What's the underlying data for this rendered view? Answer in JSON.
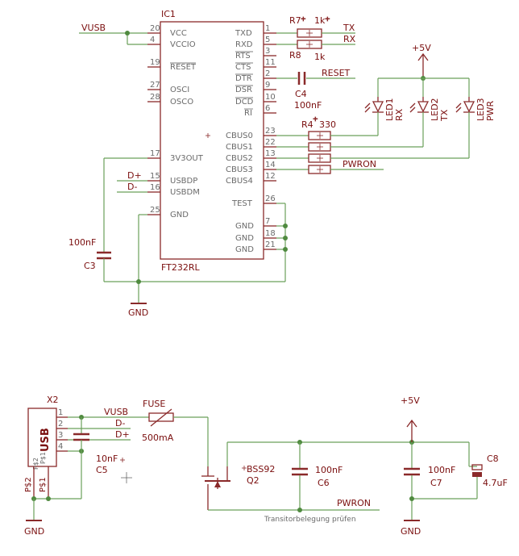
{
  "ic1": {
    "ref": "IC1",
    "part": "FT232RL",
    "left_pins": [
      {
        "num": "20",
        "name": "VCC"
      },
      {
        "num": "4",
        "name": "VCCIO"
      },
      {
        "num": "19",
        "name": "RESET"
      },
      {
        "num": "27",
        "name": "OSCI"
      },
      {
        "num": "28",
        "name": "OSCO"
      },
      {
        "num": "17",
        "name": "3V3OUT"
      },
      {
        "num": "15",
        "name": "USBDP"
      },
      {
        "num": "16",
        "name": "USBDM"
      },
      {
        "num": "25",
        "name": "GND"
      }
    ],
    "right_pins": [
      {
        "num": "1",
        "name": "TXD"
      },
      {
        "num": "5",
        "name": "RXD"
      },
      {
        "num": "3",
        "name": "RTS"
      },
      {
        "num": "11",
        "name": "CTS"
      },
      {
        "num": "2",
        "name": "DTR"
      },
      {
        "num": "9",
        "name": "DSR"
      },
      {
        "num": "10",
        "name": "DCD"
      },
      {
        "num": "6",
        "name": "RI"
      },
      {
        "num": "23",
        "name": "CBUS0"
      },
      {
        "num": "22",
        "name": "CBUS1"
      },
      {
        "num": "13",
        "name": "CBUS2"
      },
      {
        "num": "14",
        "name": "CBUS3"
      },
      {
        "num": "12",
        "name": "CBUS4"
      },
      {
        "num": "26",
        "name": "TEST"
      },
      {
        "num": "7",
        "name": "GND"
      },
      {
        "num": "18",
        "name": "GND"
      },
      {
        "num": "21",
        "name": "GND"
      }
    ]
  },
  "nets": {
    "vusb_top": "VUSB",
    "tx": "TX",
    "rx": "RX",
    "reset": "RESET",
    "pwron_top": "PWRON",
    "dp_top": "D+",
    "dm_top": "D-",
    "vcc5_top": "+5V",
    "gnd_top": "GND",
    "vusb_bottom": "VUSB",
    "dm_bottom": "D-",
    "dp_bottom": "D+",
    "vcc5_bottom": "+5V",
    "pwron_bottom": "PWRON",
    "gnd_bottom_left": "GND",
    "gnd_bottom_right": "GND"
  },
  "parts": {
    "r7": {
      "ref": "R7",
      "value": "1k"
    },
    "r8": {
      "ref": "R8",
      "value": "1k"
    },
    "c4": {
      "ref": "C4",
      "value": "100nF"
    },
    "r4": {
      "ref": "R4",
      "value": "330"
    },
    "c3": {
      "ref": "C3",
      "value": "100nF"
    },
    "leds": [
      {
        "ref": "LED1",
        "func": "RX"
      },
      {
        "ref": "LED2",
        "func": "TX"
      },
      {
        "ref": "LED3",
        "func": "PWR"
      }
    ],
    "x2": {
      "ref": "X2",
      "title": "USB",
      "pads": [
        "P$2",
        "P$1"
      ],
      "pins": [
        "1",
        "2",
        "3",
        "4"
      ],
      "stub_labels": [
        "P$2",
        "P$1"
      ]
    },
    "fuse": {
      "ref": "FUSE",
      "value": "500mA"
    },
    "c5": {
      "ref": "C5",
      "value": "10nF"
    },
    "q2": {
      "ref": "Q2",
      "value": "BSS92"
    },
    "c6": {
      "ref": "C6",
      "value": "100nF"
    },
    "c7": {
      "ref": "C7",
      "value": "100nF"
    },
    "c8": {
      "ref": "C8",
      "value": "4.7uF"
    }
  },
  "note": "Transitorbelegung prüfen"
}
